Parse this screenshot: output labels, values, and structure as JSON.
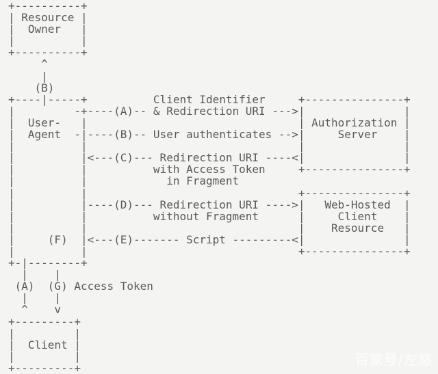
{
  "diagram": {
    "ascii_lines": [
      "+----------+",
      "| Resource |",
      "|  Owner   |",
      "|          |",
      "+----------+",
      "     ^",
      "     |",
      "    (B)",
      "+----|-----+          Client Identifier     +---------------+",
      "|         -+----(A)-- & Redirection URI --->|               |",
      "|  User-   |                                | Authorization |",
      "|  Agent  -|----(B)-- User authenticates -->|     Server    |",
      "|          |                                |               |",
      "|          |<---(C)--- Redirection URI ----<|               |",
      "|          |          with Access Token     +---------------+",
      "|          |            in Fragment",
      "|          |                                +---------------+",
      "|          |----(D)--- Redirection URI ---->|   Web-Hosted  |",
      "|          |          without Fragment      |     Client    |",
      "|          |                                |    Resource   |",
      "|     (F)  |<---(E)------- Script ---------<|               |",
      "|          |                                +---------------+",
      "+-|--------+",
      "  |    |",
      " (A)  (G) Access Token",
      "  |    |",
      "  ^    v",
      "+---------+",
      "|         |",
      "|  Client |",
      "|         |",
      "+---------+"
    ]
  },
  "flow": {
    "boxes": [
      "Resource Owner",
      "User-Agent",
      "Authorization Server",
      "Web-Hosted Client Resource",
      "Client"
    ],
    "steps": [
      {
        "id": "(A)",
        "label": "Client Identifier & Redirection URI"
      },
      {
        "id": "(B)",
        "label": "User authenticates"
      },
      {
        "id": "(C)",
        "label": "Redirection URI with Access Token in Fragment"
      },
      {
        "id": "(D)",
        "label": "Redirection URI without Fragment"
      },
      {
        "id": "(E)",
        "label": "Script"
      },
      {
        "id": "(F)",
        "label": ""
      },
      {
        "id": "(G)",
        "label": "Access Token"
      }
    ]
  },
  "watermark": {
    "text": "百家号/左悠"
  },
  "colors": {
    "background": "#f4f4f2",
    "text": "#58595b",
    "watermark": "rgba(255,255,255,0.62)"
  }
}
